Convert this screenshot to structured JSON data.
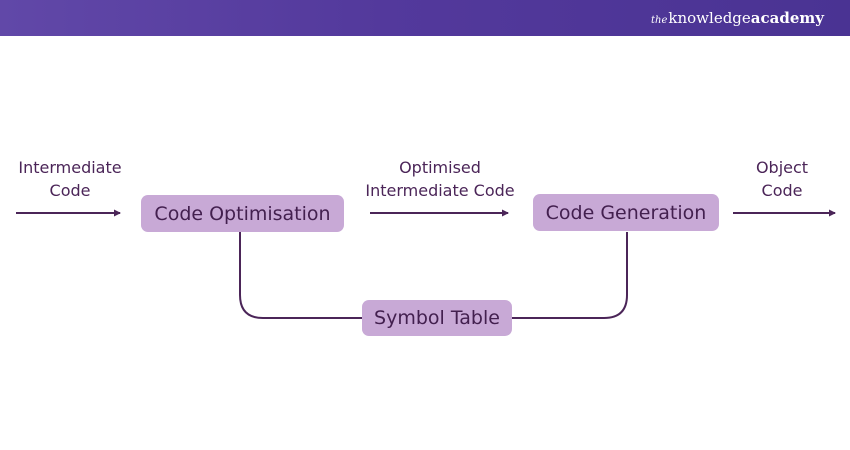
{
  "brand": {
    "prefix": "the",
    "part1": "knowledge",
    "part2": "academy"
  },
  "diagram": {
    "input_label": [
      "Intermediate",
      "Code"
    ],
    "middle_label": [
      "Optimised",
      "Intermediate Code"
    ],
    "output_label": [
      "Object",
      "Code"
    ],
    "box_optimisation": "Code Optimisation",
    "box_generation": "Code Generation",
    "box_symbol_table": "Symbol Table",
    "colors": {
      "header": "#53399c",
      "box_fill": "#c8a9d6",
      "line": "#4b2558",
      "text": "#43204f"
    }
  }
}
